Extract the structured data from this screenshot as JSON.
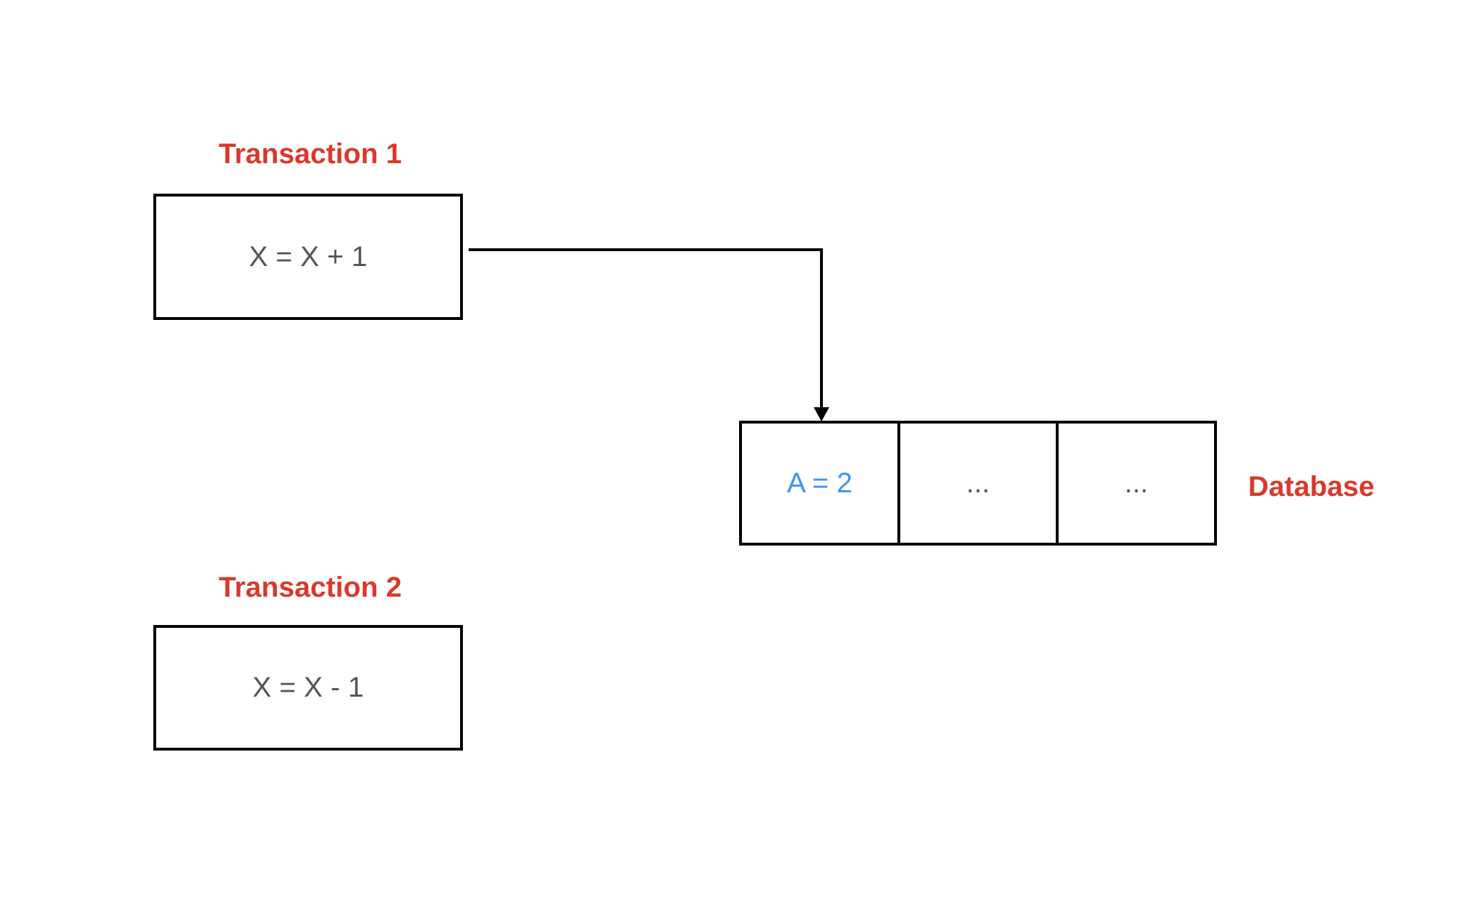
{
  "colors": {
    "label": "#d9392b",
    "db_value": "#3d95f2",
    "box_text": "#555555",
    "stroke": "#000000"
  },
  "transaction1": {
    "title": "Transaction 1",
    "operation": "X = X + 1"
  },
  "transaction2": {
    "title": "Transaction 2",
    "operation": "X = X - 1"
  },
  "database": {
    "title": "Database",
    "cells": [
      "A = 2",
      "...",
      "..."
    ]
  }
}
